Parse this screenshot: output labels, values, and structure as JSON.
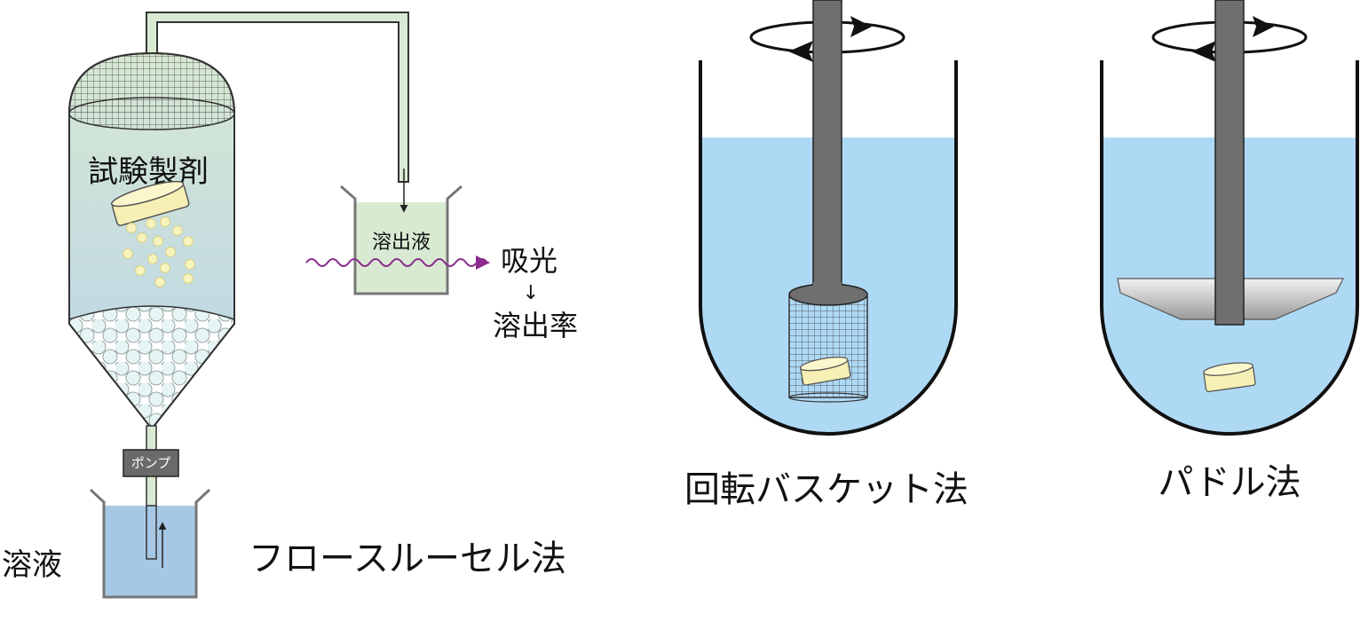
{
  "flow_through_cell": {
    "method_title": "フロースルーセル法",
    "test_preparation_label": "試験製剤",
    "eluate_label": "溶出液",
    "absorbance_label": "吸光",
    "arrow_glyph": "↓",
    "dissolution_rate_label": "溶出率",
    "pump_label": "ポンプ",
    "solution_label": "溶液"
  },
  "rotating_basket": {
    "method_title": "回転バスケット法"
  },
  "paddle": {
    "method_title": "パドル法"
  },
  "colors": {
    "water": "#aed9f5",
    "tube": "#d9ead3",
    "tablet": "#f7f0b5",
    "shaft": "#6f6f6f",
    "pump": "#6a6a6a",
    "absorbance_wave": "#8b2c8c"
  }
}
